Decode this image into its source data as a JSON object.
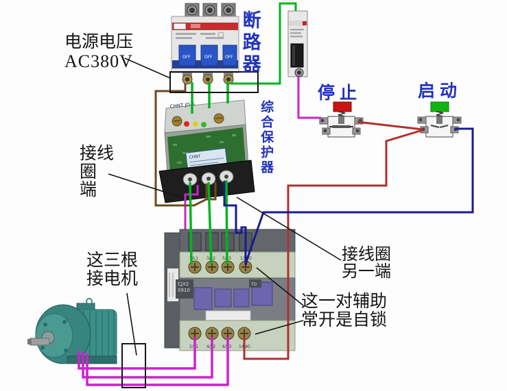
{
  "labels": {
    "power": {
      "line1": "电源电压",
      "line2": "AC380V"
    },
    "breaker": "断路器",
    "protector": "综合保护器",
    "stop": "停止",
    "start": "启动",
    "coil_end": {
      "line1": "接线",
      "line2": "圈",
      "line3": "端"
    },
    "three_wires": {
      "line1": "这三根",
      "line2": "接电机"
    },
    "coil_other": {
      "line1": "接线圈",
      "line2": "另一端"
    },
    "aux": {
      "line1": "这一对辅助",
      "line2": "常开是自锁"
    }
  },
  "devices": {
    "main_breaker": {
      "toggle": "OFF"
    },
    "protector": {
      "brand": "CHNT JD-5",
      "pcb_label": "CHNT"
    },
    "contactor": {
      "model_line1": "CJX2",
      "model_line2": "0910",
      "aux_mark": "TO",
      "top_terminals": [
        "1/L1",
        "3/L2",
        "5/L3",
        "13NO"
      ],
      "bottom_terminals": [
        "2/T1",
        "4/T2",
        "6/T3",
        "14NO"
      ]
    }
  },
  "colors": {
    "green": "#00b41e",
    "magenta": "#cc22cc",
    "brown": "#6b4a1f",
    "red": "#b03030",
    "blue": "#1a1a90",
    "annotation": "#141414",
    "label_blue": "#2233bb",
    "label_black": "#141414",
    "cap_red": "#cc1111",
    "cap_green": "#12b412",
    "motor_teal": "#3d9089",
    "strip_green": "#c6d2bd",
    "pcb_green": "#2e6e2e"
  }
}
